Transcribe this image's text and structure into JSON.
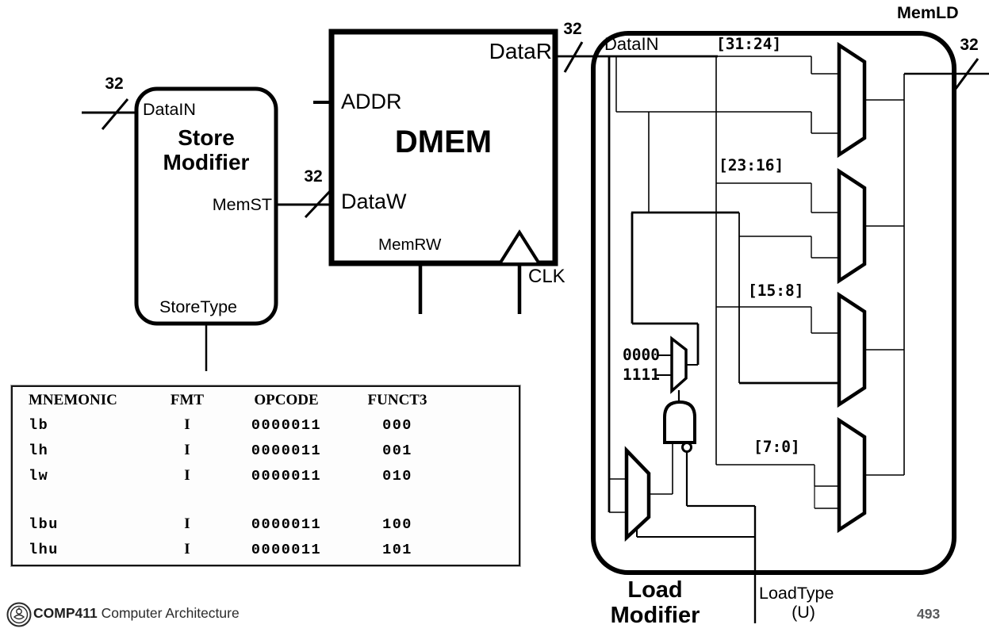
{
  "slide": {
    "footer_course": "COMP411",
    "footer_title": "Computer Architecture",
    "page_number": "493"
  },
  "store_modifier": {
    "title_line1": "Store",
    "title_line2": "Modifier",
    "port_datain": "DataIN",
    "port_memst": "MemST",
    "port_storetype": "StoreType",
    "bus_in_width": "32",
    "bus_out_width": "32"
  },
  "dmem": {
    "title": "DMEM",
    "port_addr": "ADDR",
    "port_dataw": "DataW",
    "port_datar": "DataR",
    "port_memrw": "MemRW",
    "clk_label": "CLK",
    "bus_out_width": "32"
  },
  "load_modifier": {
    "block_label": "MemLD",
    "title_line1": "Load",
    "title_line2": "Modifier",
    "port_datain": "DataIN",
    "bus_out_width": "32",
    "byte_ranges": [
      "[31:24]",
      "[23:16]",
      "[15:8]",
      "[7:0]"
    ],
    "const_zeros": "0000",
    "const_ones": "1111",
    "loadtype_label": "LoadType",
    "loadtype_qualifier": "(U)"
  },
  "opcode_table": {
    "headers": [
      "MNEMONIC",
      "FMT",
      "OPCODE",
      "FUNCT3"
    ],
    "rows": [
      [
        "lb",
        "I",
        "0000011",
        "000"
      ],
      [
        "lh",
        "I",
        "0000011",
        "001"
      ],
      [
        "lw",
        "I",
        "0000011",
        "010"
      ],
      [
        "lbu",
        "I",
        "0000011",
        "100"
      ],
      [
        "lhu",
        "I",
        "0000011",
        "101"
      ]
    ]
  }
}
